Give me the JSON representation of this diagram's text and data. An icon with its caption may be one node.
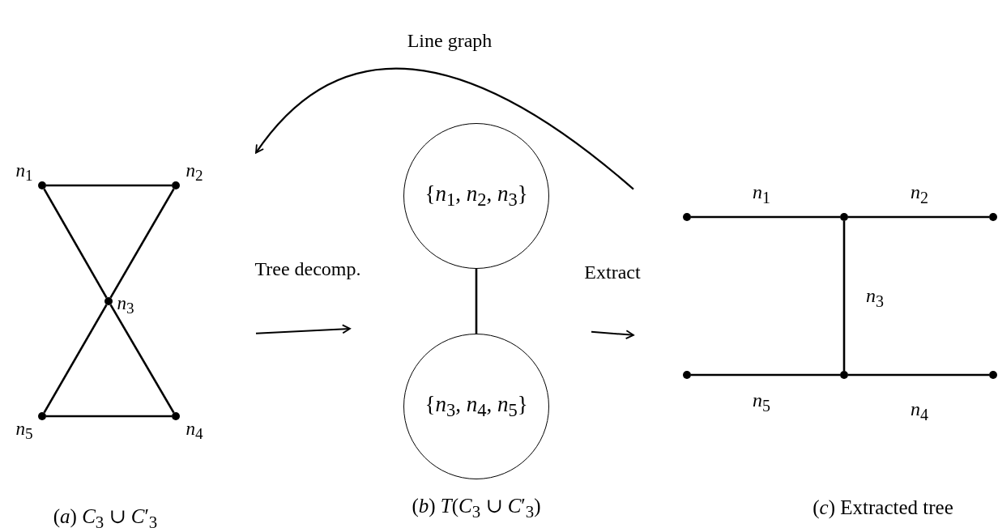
{
  "diagram": {
    "nodes": [
      {
        "text": [
          "(*a*) *C*$_{3}$ ∪ *C*′$_{3}$"
        ]
      },
      {
        "text": [],
        "shape": "circle",
        "in": 0,
        "beside": [
          "*n*$_{1}$"
        ]
      },
      {
        "text": [],
        "shape": "circle",
        "in": 0,
        "beside": [
          "*n*$_{2}$"
        ]
      },
      {
        "text": [],
        "shape": "circle",
        "in": 0,
        "beside": [
          "*n*$_{3}$"
        ]
      },
      {
        "text": [],
        "shape": "circle",
        "in": 0,
        "beside": [
          "*n*$_{5}$"
        ]
      },
      {
        "text": [],
        "shape": "circle",
        "in": 0,
        "beside": [
          "*n*$_{4}$"
        ]
      },
      {
        "text": [
          "(*b*) *T*(*C*$_{3}$ ∪ *C*′$_{3}$)"
        ]
      },
      {
        "text": [
          "{*n*$_{1}$, *n*$_{2}$, *n*$_{3}$}"
        ],
        "in": 6
      },
      {
        "text": [
          "{*n*$_{3}$, *n*$_{4}$, *n*$_{5}$}"
        ],
        "in": 6
      },
      {
        "text": [
          "(*c*) Extracted tree"
        ]
      },
      {
        "text": [],
        "shape": "circle",
        "in": 9
      },
      {
        "text": [],
        "shape": "circle",
        "in": 9
      },
      {
        "text": [],
        "shape": "circle",
        "in": 9
      },
      {
        "text": [],
        "shape": "circle",
        "in": 9
      },
      {
        "text": [],
        "shape": "circle",
        "in": 9
      },
      {
        "text": [],
        "shape": "circle",
        "in": 9
      }
    ],
    "edges": [
      {
        "from": 1,
        "to": 2,
        "arrow": "none"
      },
      {
        "from": 1,
        "to": 3,
        "arrow": "none"
      },
      {
        "from": 2,
        "to": 3,
        "arrow": "none"
      },
      {
        "from": 3,
        "to": 4,
        "arrow": "none"
      },
      {
        "from": 3,
        "to": 5,
        "arrow": "none"
      },
      {
        "from": 4,
        "to": 5,
        "arrow": "none"
      },
      {
        "from": 7,
        "to": 8,
        "arrow": "none"
      },
      {
        "from": 10,
        "to": 11,
        "arrow": "none",
        "label": "*n*$_{1}$"
      },
      {
        "from": 11,
        "to": 12,
        "arrow": "none",
        "label": "*n*$_{2}$"
      },
      {
        "from": 11,
        "to": 14,
        "arrow": "none",
        "label": "*n*$_{3}$"
      },
      {
        "from": 13,
        "to": 14,
        "arrow": "none",
        "label": "*n*$_{5}$"
      },
      {
        "from": 14,
        "to": 15,
        "arrow": "none",
        "label": "*n*$_{4}$"
      },
      {
        "from": 0,
        "to": 6,
        "arrow": "to",
        "label": "Tree decomp."
      },
      {
        "from": 6,
        "to": 9,
        "arrow": "to",
        "label": "Extract"
      },
      {
        "from": 9,
        "to": 0,
        "arrow": "to",
        "label": "Line graph"
      }
    ]
  }
}
